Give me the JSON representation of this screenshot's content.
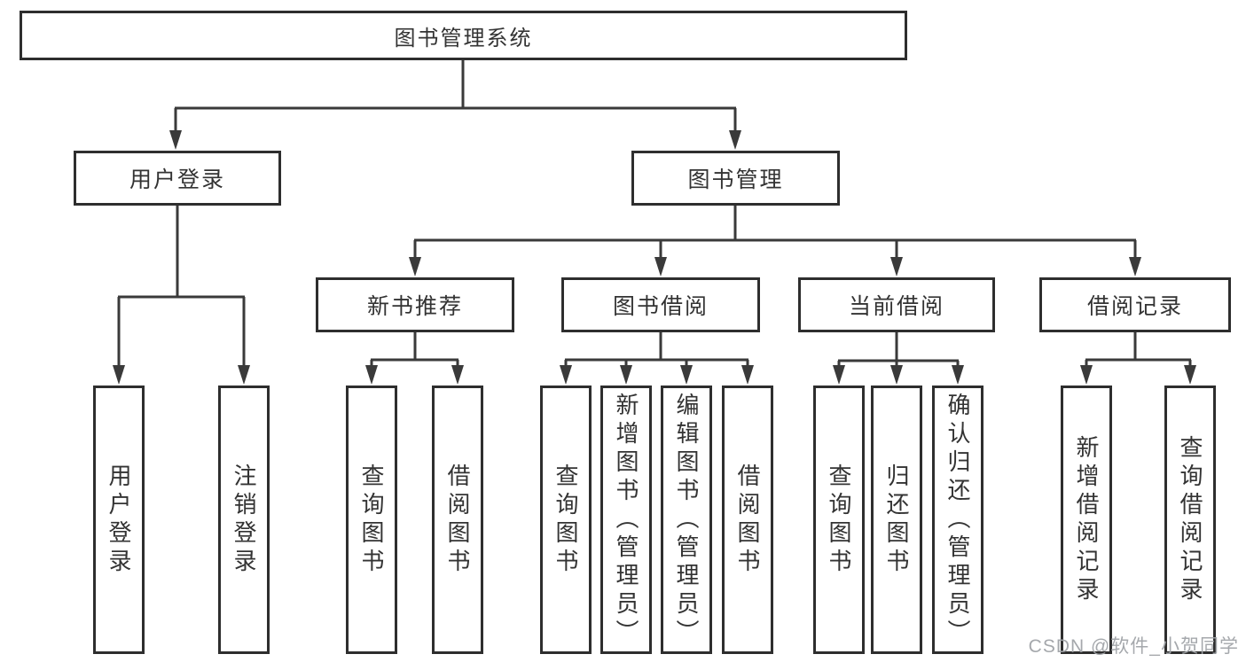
{
  "watermark": "CSDN @软件_小贺同学",
  "colors": {
    "background": "#ffffff",
    "box_border": "#2e2e2e",
    "line": "#3a3a3a",
    "text": "#333333",
    "watermark": "#a0a3a8"
  },
  "tree": {
    "root": {
      "label": "图书管理系统"
    },
    "branches": [
      {
        "label": "用户登录",
        "children": [
          {
            "label": "用户登录"
          },
          {
            "label": "注销登录"
          }
        ]
      },
      {
        "label": "图书管理",
        "sections": [
          {
            "label": "新书推荐",
            "children": [
              {
                "label": "查询图书"
              },
              {
                "label": "借阅图书"
              }
            ]
          },
          {
            "label": "图书借阅",
            "children": [
              {
                "label": "查询图书"
              },
              {
                "label": "新增图书（管理员）"
              },
              {
                "label": "编辑图书（管理员）"
              },
              {
                "label": "借阅图书"
              }
            ]
          },
          {
            "label": "当前借阅",
            "children": [
              {
                "label": "查询图书"
              },
              {
                "label": "归还图书"
              },
              {
                "label": "确认归还（管理员）"
              }
            ]
          },
          {
            "label": "借阅记录",
            "children": [
              {
                "label": "新增借阅记录"
              },
              {
                "label": "查询借阅记录"
              }
            ]
          }
        ]
      }
    ]
  }
}
